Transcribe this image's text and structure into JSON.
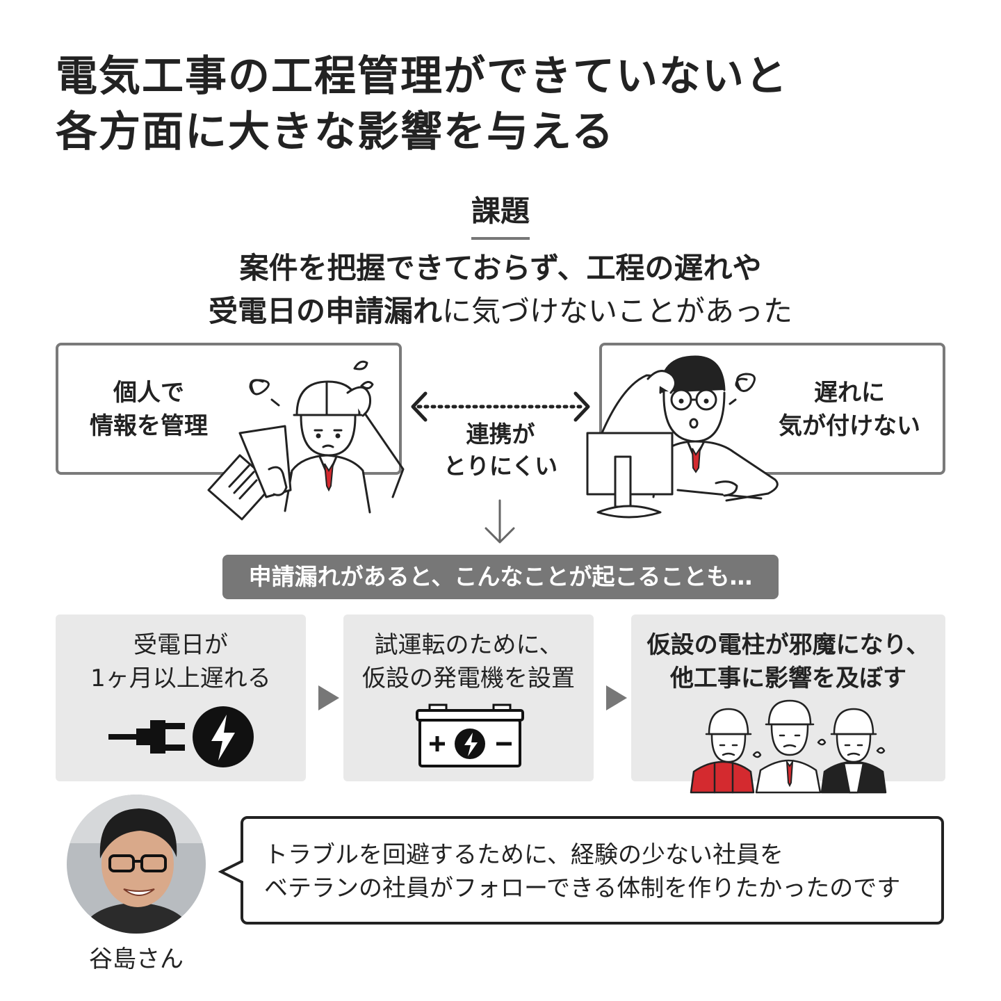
{
  "title": {
    "line1": "電気工事の工程管理ができていないと",
    "line2": "各方面に大きな影響を与える"
  },
  "issue": {
    "label": "課題",
    "line1": "案件を把握できておらず、工程の遅れや",
    "line2_bold": "受電日の申請漏れ",
    "line2_rest": "に気づけないことがあった"
  },
  "left_box": {
    "line1": "個人で",
    "line2": "情報を管理"
  },
  "right_box": {
    "line1": "遅れに",
    "line2": "気が付けない"
  },
  "connection": {
    "line1": "連携が",
    "line2": "とりにくい"
  },
  "banner": "申請漏れがあると、こんなことが起こることも…",
  "cards": [
    {
      "line1": "受電日が",
      "line2": "1ヶ月以上遅れる",
      "icon": "plug-lightning-icon"
    },
    {
      "line1": "試運転のために、",
      "line2": "仮設の発電機を設置",
      "icon": "battery-icon"
    },
    {
      "line1": "仮設の電柱が邪魔になり、",
      "line2": "他工事に影響を及ぼす",
      "icon": "troubled-workers-icon"
    }
  ],
  "quote": {
    "line1": "トラブルを回避するために、経験の少ない社員を",
    "line2": "ベテランの社員がフォローできる体制を作りたかったのです"
  },
  "speaker": {
    "name": "谷島さん"
  },
  "colors": {
    "accent_red": "#d42a2f",
    "gray": "#777777",
    "card_bg": "#e9e9e9",
    "text": "#222222"
  }
}
